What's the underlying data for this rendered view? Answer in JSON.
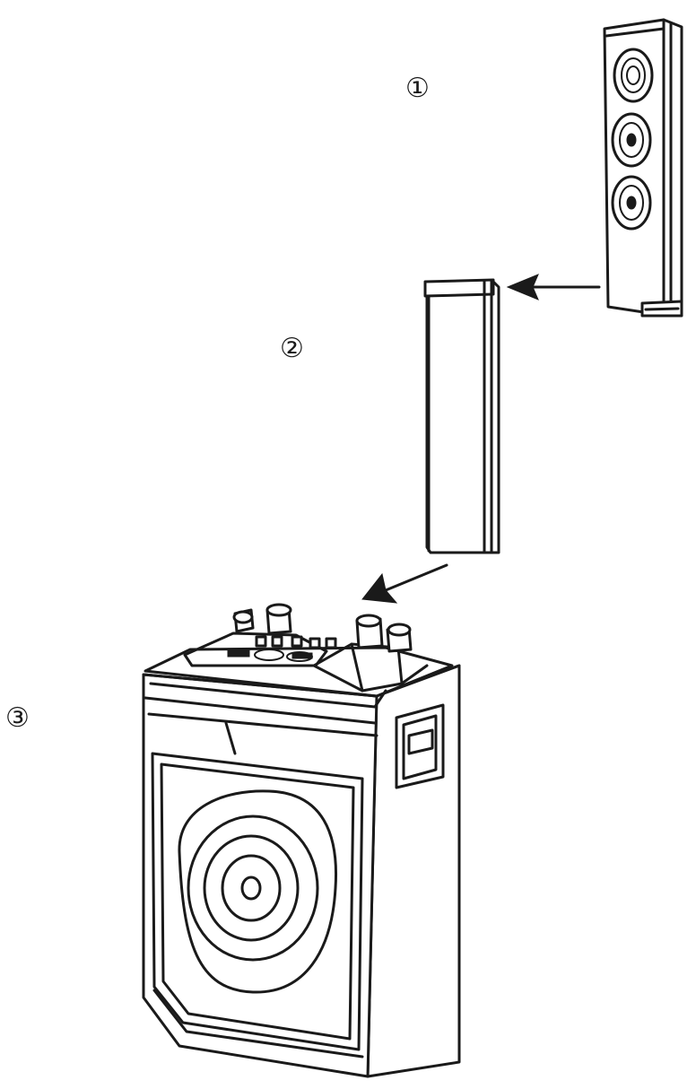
{
  "steps": [
    {
      "number": "①",
      "part": "satellite-speaker"
    },
    {
      "number": "②",
      "part": "stand-pole"
    },
    {
      "number": "③",
      "part": "main-speaker"
    }
  ],
  "colors": {
    "line": "#1a1a1a",
    "background": "#ffffff"
  },
  "icons": [
    "arrow-left-icon",
    "arrow-down-left-icon"
  ]
}
